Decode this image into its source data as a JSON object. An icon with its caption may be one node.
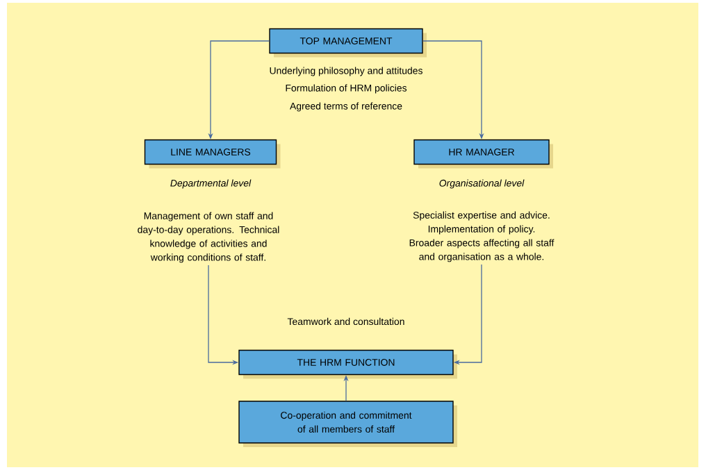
{
  "diagram": {
    "nodes": [
      {
        "text": [
          "TOP MANAGEMENT"
        ]
      },
      {
        "text": [
          "LINE MANAGERS"
        ],
        "beside": [
          "*Departmental level*",
          "Management of own staff and day-to-day operations. Technical knowledge of activities and working conditions of staff."
        ]
      },
      {
        "text": [
          "HR MANAGER"
        ],
        "beside": [
          "*Organisational level*",
          "Specialist expertise and advice. Implementation of policy. Broader aspects affecting all staff and organisation as a whole."
        ]
      },
      {
        "text": [
          "THE HRM FUNCTION"
        ]
      },
      {
        "text": [
          "Co-operation and commitment of all members of staff"
        ]
      }
    ],
    "edges": [
      {
        "from": 0,
        "to": 1,
        "arrow": "to"
      },
      {
        "from": 0,
        "to": 2,
        "arrow": "to"
      },
      {
        "from": 1,
        "to": 3,
        "arrow": "to"
      },
      {
        "from": 2,
        "to": 3,
        "arrow": "to"
      },
      {
        "from": 4,
        "to": 3,
        "arrow": "to"
      }
    ],
    "labels": [
      "Underlying philosophy and attitudes",
      "Formulation of HRM policies",
      "Agreed terms of reference",
      "Teamwork and consultation"
    ]
  }
}
